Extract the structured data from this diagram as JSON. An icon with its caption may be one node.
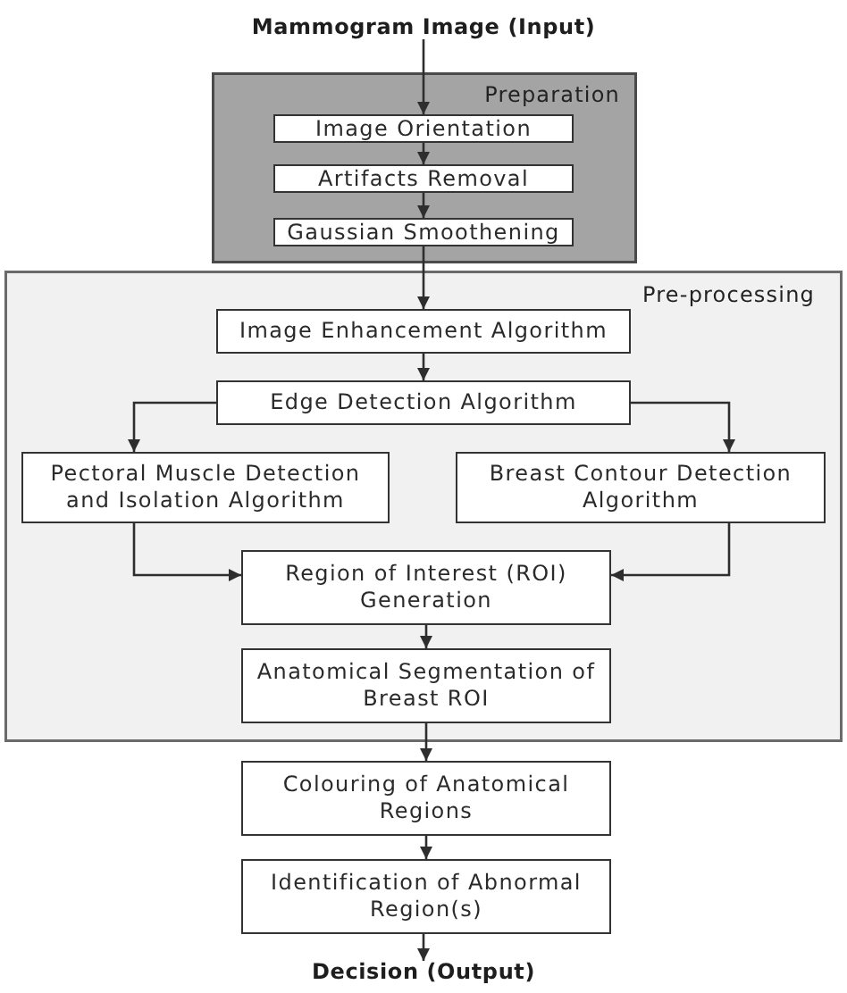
{
  "diagram": {
    "nodes": [
      {
        "text": [
          "Mammogram Image (Input)"
        ]
      },
      {
        "text": [
          "Preparation"
        ]
      },
      {
        "text": [
          "Image Orientation"
        ],
        "in": 1
      },
      {
        "text": [
          "Artifacts Removal"
        ],
        "in": 1
      },
      {
        "text": [
          "Gaussian Smoothening"
        ],
        "in": 1
      },
      {
        "text": [
          "Pre-processing"
        ]
      },
      {
        "text": [
          "Image Enhancement Algorithm"
        ],
        "in": 5
      },
      {
        "text": [
          "Edge Detection Algorithm"
        ],
        "in": 5
      },
      {
        "text": [
          "Pectoral Muscle Detection and Isolation Algorithm"
        ],
        "in": 5
      },
      {
        "text": [
          "Breast Contour Detection Algorithm"
        ],
        "in": 5
      },
      {
        "text": [
          "Region of Interest (ROI) Generation"
        ],
        "in": 5
      },
      {
        "text": [
          "Anatomical Segmentation of Breast ROI"
        ],
        "in": 5
      },
      {
        "text": [
          "Colouring of Anatomical Regions"
        ]
      },
      {
        "text": [
          "Identification of Abnormal Region(s)"
        ]
      },
      {
        "text": [
          "Decision (Output)"
        ]
      }
    ],
    "edges": [
      {
        "from": 0,
        "to": 2,
        "arrow": "to"
      },
      {
        "from": 2,
        "to": 3,
        "arrow": "to"
      },
      {
        "from": 3,
        "to": 4,
        "arrow": "to"
      },
      {
        "from": 4,
        "to": 6,
        "arrow": "to"
      },
      {
        "from": 6,
        "to": 7,
        "arrow": "to"
      },
      {
        "from": 7,
        "to": 8,
        "arrow": "to"
      },
      {
        "from": 7,
        "to": 9,
        "arrow": "to"
      },
      {
        "from": 8,
        "to": 10,
        "arrow": "to"
      },
      {
        "from": 9,
        "to": 10,
        "arrow": "to"
      },
      {
        "from": 10,
        "to": 11,
        "arrow": "to"
      },
      {
        "from": 11,
        "to": 12,
        "arrow": "to"
      },
      {
        "from": 12,
        "to": 13,
        "arrow": "to"
      },
      {
        "from": 13,
        "to": 14,
        "arrow": "to"
      }
    ]
  }
}
